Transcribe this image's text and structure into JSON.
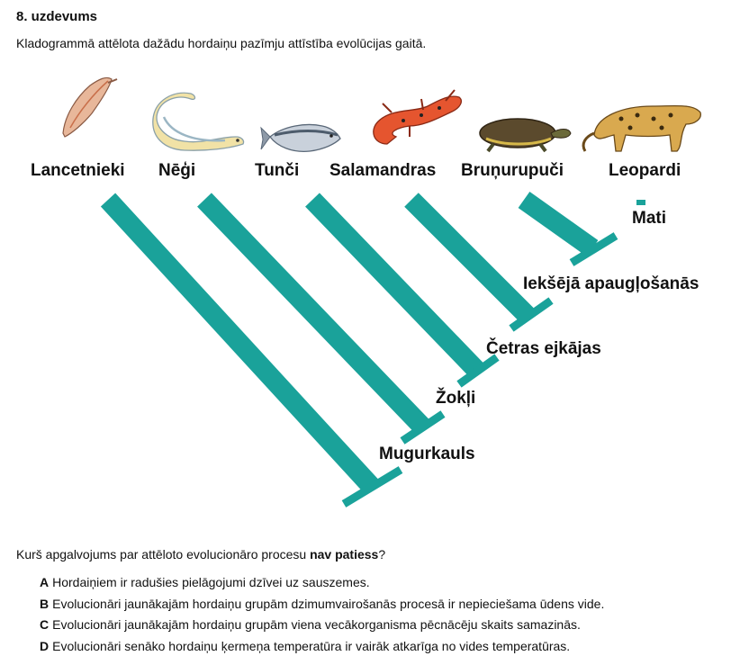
{
  "task": {
    "title": "8. uzdevums",
    "intro": "Kladogrammā attēlota dažādu hordaiņu pazīmju attīstība evolūcijas gaitā."
  },
  "cladogram": {
    "organisms": [
      "Lancetnieki",
      "Nēģi",
      "Tunči",
      "Salamandras",
      "Bruņurupuči",
      "Leopardi"
    ],
    "traits": [
      "Mati",
      "Iekšējā apaugļošanās",
      "Četras ejkājas",
      "Žokļi",
      "Mugurkauls"
    ],
    "branch_color": "#1aa29a"
  },
  "question": {
    "prefix": "Kurš apgalvojums par attēloto evolucionāro procesu ",
    "emphasis": "nav patiess",
    "suffix": "?"
  },
  "options": [
    {
      "letter": "A",
      "text": "Hordaiņiem ir radušies pielāgojumi dzīvei uz sauszemes."
    },
    {
      "letter": "B",
      "text": "Evolucionāri jaunākajām hordaiņu grupām dzimumvairošanās procesā ir nepieciešama ūdens vide."
    },
    {
      "letter": "C",
      "text": "Evolucionāri jaunākajām hordaiņu grupām viena vecākorganisma pēcnācēju skaits samazinās."
    },
    {
      "letter": "D",
      "text": "Evolucionāri senāko hordaiņu ķermeņa temperatūra ir vairāk atkarīga no vides temperatūras."
    }
  ]
}
